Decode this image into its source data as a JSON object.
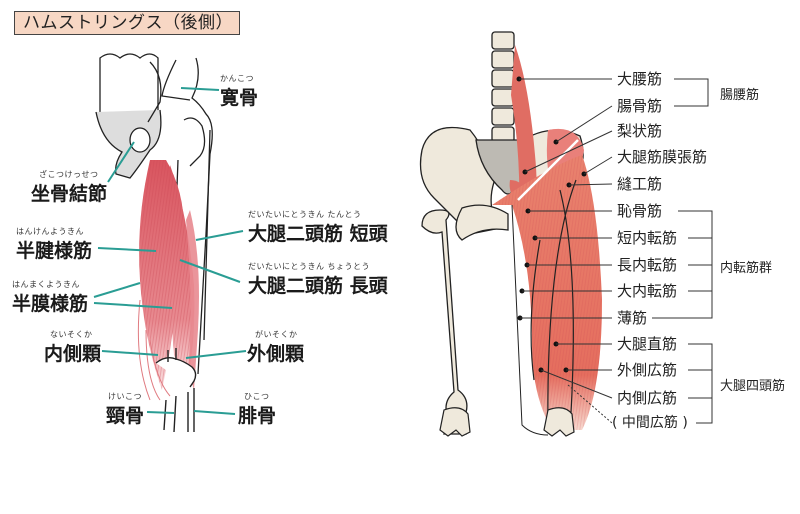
{
  "title": "ハムストリングス（後側）",
  "colors": {
    "title_bg": "#f7d7c4",
    "muscle": "#e3747a",
    "muscle_front": "#e8826c",
    "bone": "#efe9dc",
    "leader_teal": "#2a9d94",
    "leader_dark": "#333333"
  },
  "left_diagram": {
    "labels": [
      {
        "id": "ilium",
        "ruby": "かんこつ",
        "text": "寛骨"
      },
      {
        "id": "ischial-tuberosity",
        "ruby": "ざこつけっせつ",
        "text": "坐骨結節"
      },
      {
        "id": "semitendinosus",
        "ruby": "はんけんようきん",
        "text": "半腱様筋"
      },
      {
        "id": "semimembranosus",
        "ruby": "はんまくようきん",
        "text": "半膜様筋"
      },
      {
        "id": "biceps-short",
        "ruby": "だいたいにとうきん たんとう",
        "text": "大腿二頭筋 短頭"
      },
      {
        "id": "biceps-long",
        "ruby": "だいたいにとうきん ちょうとう",
        "text": "大腿二頭筋 長頭"
      },
      {
        "id": "medial-condyle",
        "ruby": "ないそくか",
        "text": "内側顆"
      },
      {
        "id": "lateral-condyle",
        "ruby": "がいそくか",
        "text": "外側顆"
      },
      {
        "id": "tibia",
        "ruby": "けいこつ",
        "text": "頸骨"
      },
      {
        "id": "fibula",
        "ruby": "ひこつ",
        "text": "腓骨"
      }
    ]
  },
  "right_diagram": {
    "labels": [
      "大腰筋",
      "腸骨筋",
      "梨状筋",
      "大腿筋膜張筋",
      "縫工筋",
      "恥骨筋",
      "短内転筋",
      "長内転筋",
      "大内転筋",
      "薄筋",
      "大腿直筋",
      "外側広筋",
      "内側広筋",
      "( 中間広筋 )"
    ],
    "groups": [
      {
        "label": "腸腰筋",
        "members": [
          "大腰筋",
          "腸骨筋"
        ]
      },
      {
        "label": "内転筋群",
        "members": [
          "恥骨筋",
          "短内転筋",
          "長内転筋",
          "大内転筋",
          "薄筋"
        ]
      },
      {
        "label": "大腿四頭筋",
        "members": [
          "大腿直筋",
          "外側広筋",
          "内側広筋",
          "( 中間広筋 )"
        ]
      }
    ]
  }
}
